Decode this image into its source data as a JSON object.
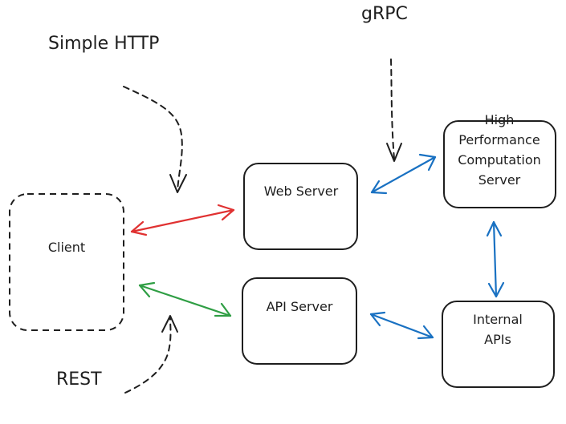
{
  "labels": {
    "simple_http": "Simple HTTP",
    "grpc": "gRPC",
    "rest": "REST"
  },
  "nodes": {
    "client": "Client",
    "web_server": "Web Server",
    "api_server": "API Server",
    "hpc_line1": "High",
    "hpc_line2": "Performance",
    "hpc_line3": "Computation",
    "hpc_line4": "Server",
    "internal_line1": "Internal",
    "internal_line2": "APIs"
  },
  "colors": {
    "http_link": "#e03131",
    "rest_link": "#2f9e44",
    "grpc_link": "#1971c2",
    "stroke": "#1e1e1e"
  }
}
